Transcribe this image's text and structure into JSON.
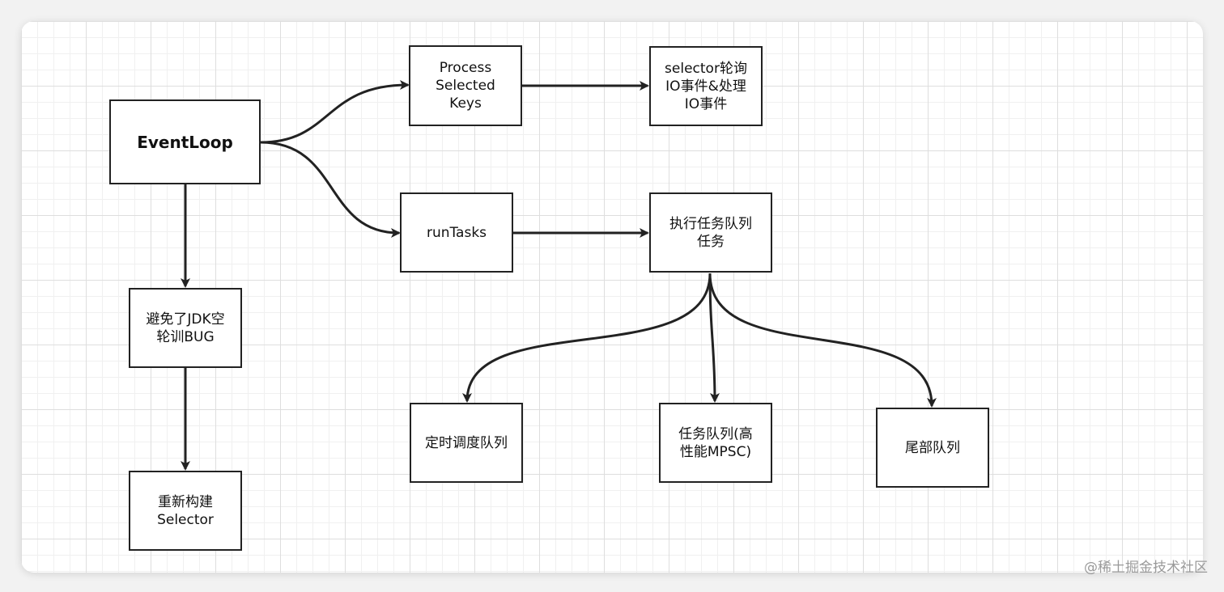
{
  "nodes": {
    "eventloop": "EventLoop",
    "process_selected_keys": "Process\nSelected\nKeys",
    "selector_poll": "selector轮询\nIO事件&处理\nIO事件",
    "run_tasks": "runTasks",
    "execute_task_queue": "执行任务队列\n任务",
    "avoid_jdk_bug": "避免了JDK空\n轮训BUG",
    "rebuild_selector": "重新构建\nSelector",
    "scheduled_queue": "定时调度队列",
    "task_queue_mpsc": "任务队列(高\n性能MPSC)",
    "tail_queue": "尾部队列"
  },
  "watermark": "@稀土掘金技术社区",
  "colors": {
    "line": "#222222",
    "grid": "#dedede",
    "background": "#f2f2f2"
  }
}
